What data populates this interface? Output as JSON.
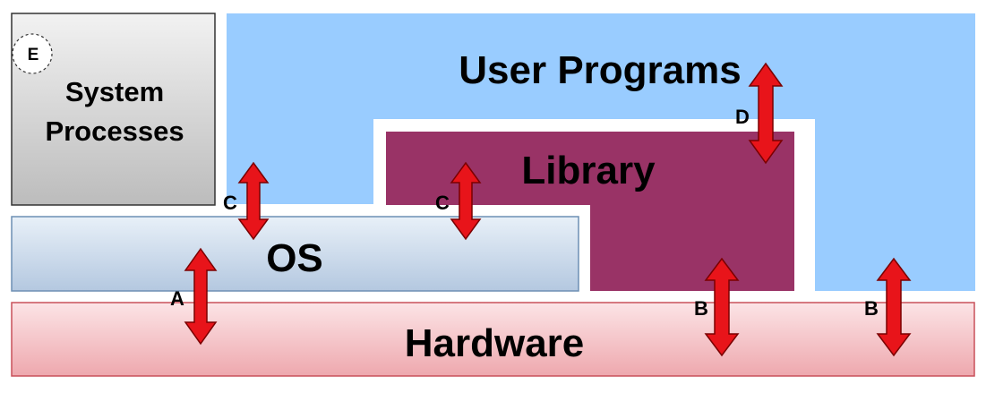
{
  "blocks": {
    "user_programs": "User Programs",
    "system_processes_line1": "System",
    "system_processes_line2": "Processes",
    "library": "Library",
    "os": "OS",
    "hardware": "Hardware"
  },
  "interfaces": {
    "a": "A",
    "b_left": "B",
    "b_right": "B",
    "c_left": "C",
    "c_right": "C",
    "d": "D",
    "e": "E"
  },
  "colors": {
    "user_programs": "#99ccff",
    "library": "#993366",
    "os_fill_top": "#e8f0f8",
    "os_fill_bottom": "#b4c8e0",
    "hardware_fill_top": "#fce4e6",
    "hardware_fill_bottom": "#eea8ae",
    "system_fill_top": "#f2f2f2",
    "system_fill_bottom": "#bcbcbc",
    "arrow": "#e8141a"
  }
}
